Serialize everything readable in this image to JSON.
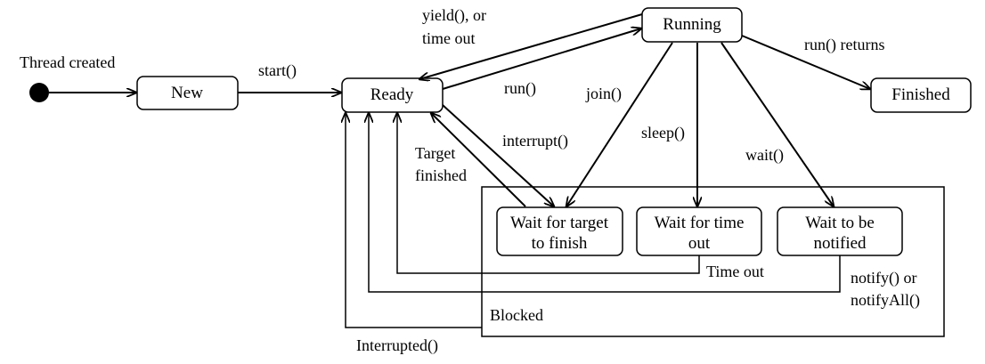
{
  "states": {
    "new": "New",
    "ready": "Ready",
    "running": "Running",
    "finished": "Finished",
    "wait_target": [
      "Wait for target",
      "to finish"
    ],
    "wait_time": [
      "Wait for time",
      "out"
    ],
    "wait_notify": [
      "Wait to be",
      "notified"
    ],
    "blocked": "Blocked"
  },
  "labels": {
    "thread_created": "Thread created",
    "start": "start()",
    "yield": [
      "yield(), or",
      "time out"
    ],
    "run": "run()",
    "run_returns": "run() returns",
    "join": "join()",
    "sleep": "sleep()",
    "wait": "wait()",
    "interrupt": "interrupt()",
    "target_finished": [
      "Target",
      "finished"
    ],
    "time_out": "Time out",
    "notify": [
      "notify() or",
      "notifyAll()"
    ],
    "interrupted": "Interrupted()"
  }
}
